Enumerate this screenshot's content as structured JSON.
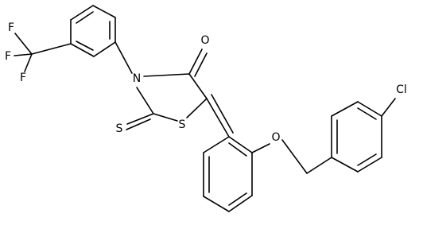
{
  "atom_labels": {
    "F1": "F",
    "F2": "F",
    "F3": "F",
    "N": "N",
    "O_carbonyl": "O",
    "S_thione": "S",
    "S_ring": "S",
    "O_ether": "O",
    "Cl": "Cl"
  }
}
